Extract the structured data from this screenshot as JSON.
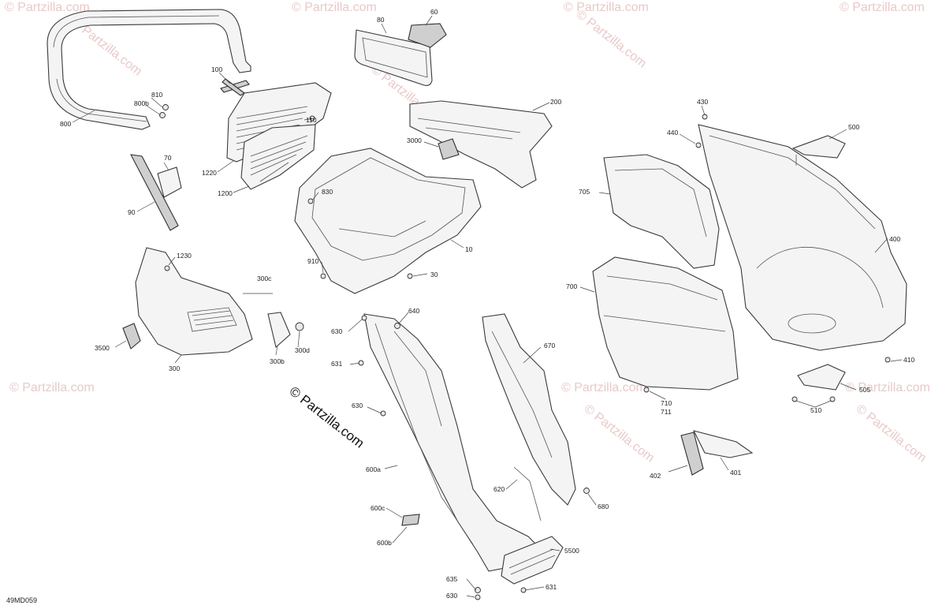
{
  "watermarks": {
    "small": "© Partzilla.com",
    "main": "© Partzilla.com"
  },
  "diagram_code": "49MD059",
  "callouts": [
    "800",
    "810",
    "800b",
    "100",
    "110",
    "1220",
    "1200",
    "70",
    "90",
    "80",
    "60",
    "200",
    "3000",
    "830",
    "10",
    "910",
    "30",
    "1230",
    "300c",
    "300",
    "300b",
    "300d",
    "3500",
    "630",
    "640",
    "631",
    "600a",
    "600c",
    "600b",
    "635",
    "5500",
    "670",
    "620",
    "680",
    "430",
    "440",
    "500",
    "705",
    "400",
    "700",
    "410",
    "505",
    "510",
    "710",
    "711",
    "402",
    "401"
  ]
}
